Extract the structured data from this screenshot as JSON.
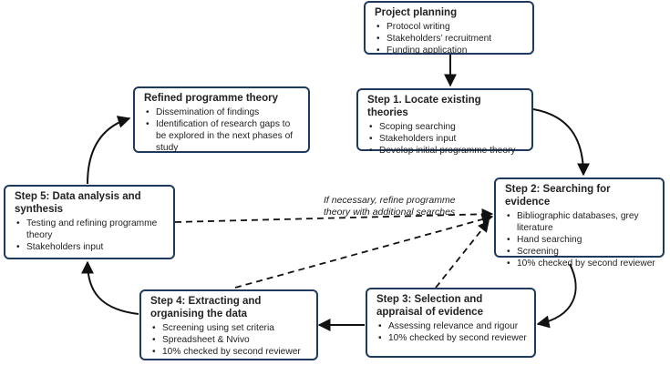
{
  "boxes": {
    "planning": {
      "title": "Project planning",
      "items": [
        "Protocol writing",
        "Stakeholders’ recruitment",
        "Funding application"
      ]
    },
    "step1": {
      "title": "Step 1. Locate existing theories",
      "items": [
        "Scoping searching",
        "Stakeholders input",
        "Develop initial programme theory"
      ]
    },
    "step2": {
      "title": "Step 2: Searching for evidence",
      "items": [
        "Bibliographic databases, grey literature",
        "Hand searching",
        "Screening",
        "10% checked by second reviewer"
      ]
    },
    "step3": {
      "title": "Step 3: Selection and appraisal of evidence",
      "items": [
        "Assessing relevance and rigour",
        "10% checked by second reviewer"
      ]
    },
    "step4": {
      "title": "Step 4: Extracting and organising the data",
      "items": [
        "Screening using set criteria",
        "Spreadsheet & Nvivo",
        "10% checked by second reviewer"
      ]
    },
    "step5": {
      "title": "Step 5: Data analysis and synthesis",
      "items": [
        "Testing and refining programme theory",
        "Stakeholders input"
      ]
    },
    "refined": {
      "title": "Refined programme theory",
      "items": [
        "Dissemination of findings",
        "Identification of research gaps to be explored in the next phases of study"
      ]
    }
  },
  "note": "If necessary, refine programme theory with additional searches",
  "colors": {
    "border": "#1f3a5f",
    "arrow": "#111111"
  }
}
